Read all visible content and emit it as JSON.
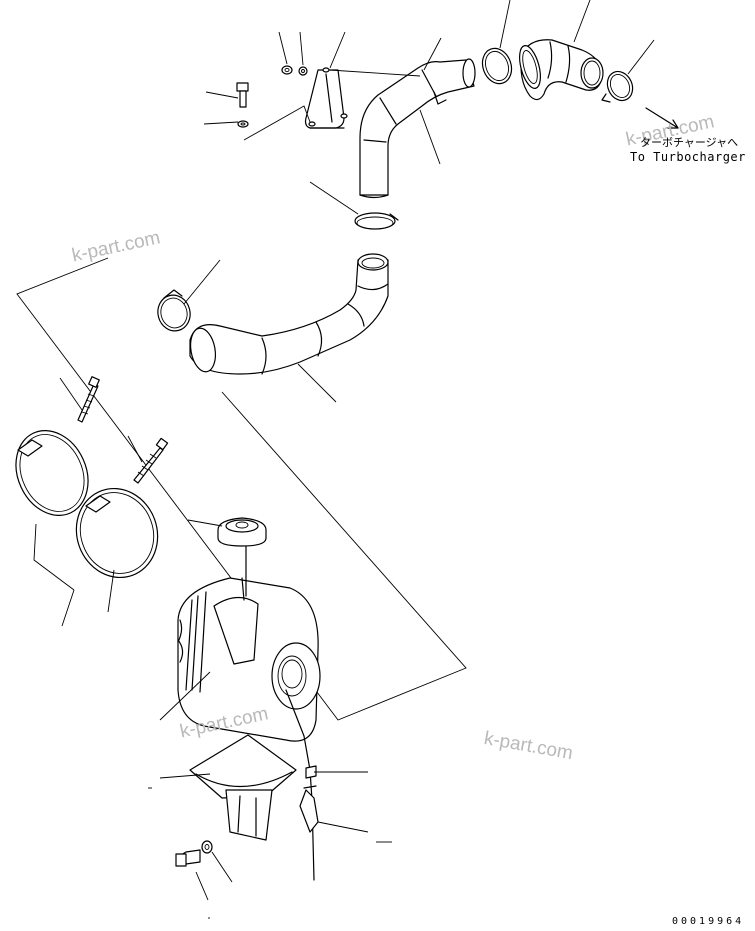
{
  "destination": {
    "label_jp": "ターボチャージャへ",
    "label_en": "To Turbocharger"
  },
  "watermarks": [
    "k-part.com",
    "k-part.com",
    "k-part.com",
    "k-part.com"
  ],
  "document_number": "00019964",
  "parts": [
    "pipe-to-turbocharger",
    "hose-elbow",
    "hose-clamp",
    "bracket",
    "bolt",
    "washer",
    "nut",
    "intake-hose",
    "air-cleaner",
    "band-clamp",
    "band-bolt",
    "cap",
    "support-bracket",
    "dust-indicator",
    "hose"
  ]
}
